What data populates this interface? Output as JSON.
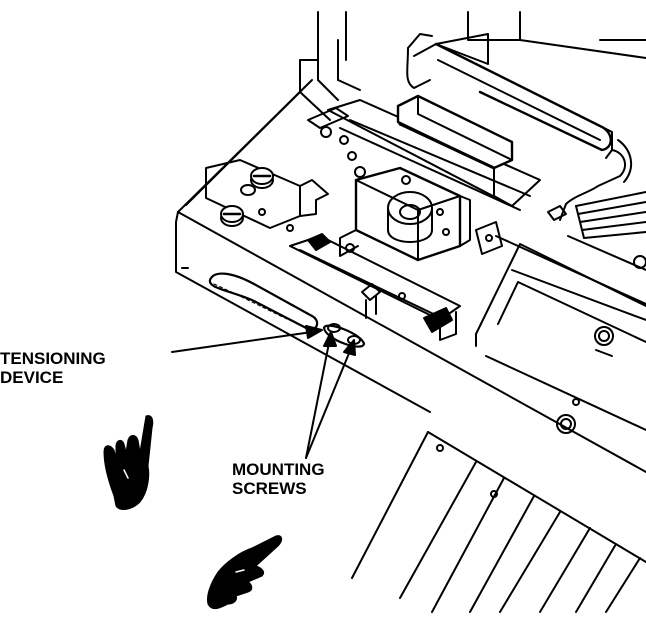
{
  "labels": {
    "tensioning_device": [
      "TENSIONING",
      "DEVICE"
    ],
    "mounting_screws": [
      "MOUNTING",
      "SCREWS"
    ]
  },
  "colors": {
    "ink": "#000000",
    "paper": "#ffffff"
  },
  "icons": [
    "pointing-hand-icon",
    "pointing-hand-icon"
  ]
}
